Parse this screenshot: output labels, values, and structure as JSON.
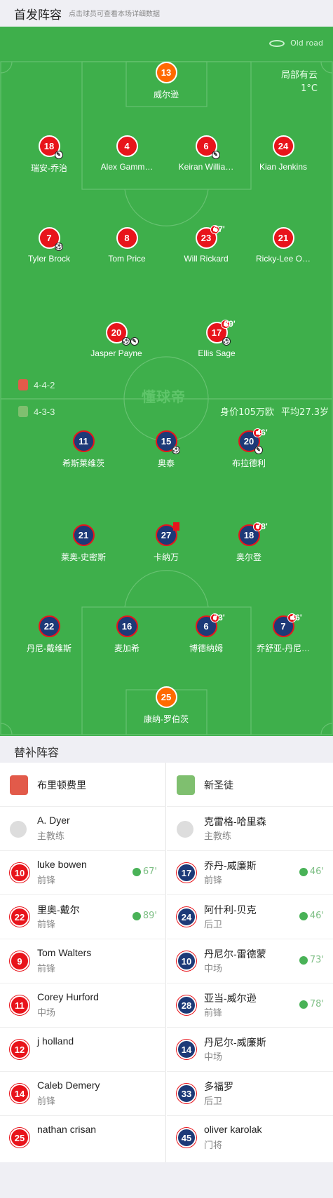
{
  "header": {
    "title": "首发阵容",
    "subtitle": "点击球员可查看本场详细数据"
  },
  "match": {
    "venue": "Old road",
    "weather": "局部有云",
    "temperature": "1°C"
  },
  "home": {
    "formation": "4-4-2",
    "players": [
      {
        "no": "13",
        "name": "威尔逊",
        "gk": true
      },
      {
        "no": "18",
        "name": "瑞安-乔治",
        "assist": true
      },
      {
        "no": "4",
        "name": "Alex Gamm…"
      },
      {
        "no": "6",
        "name": "Keiran Willia…",
        "assist": true
      },
      {
        "no": "24",
        "name": "Kian Jenkins"
      },
      {
        "no": "7",
        "name": "Tyler Brock",
        "goal": 1
      },
      {
        "no": "8",
        "name": "Tom Price"
      },
      {
        "no": "23",
        "name": "Will Rickard",
        "subOut": "67'"
      },
      {
        "no": "21",
        "name": "Ricky-Lee O…"
      },
      {
        "no": "20",
        "name": "Jasper Payne",
        "goal": 1,
        "assist": true
      },
      {
        "no": "17",
        "name": "Ellis Sage",
        "goal": 1,
        "subOut": "89'"
      }
    ]
  },
  "away": {
    "formation": "4-3-3",
    "value": "身价105万欧",
    "age": "平均27.3岁",
    "players": [
      {
        "no": "11",
        "name": "希斯莱维茨"
      },
      {
        "no": "15",
        "name": "奥泰",
        "goal": 1
      },
      {
        "no": "20",
        "name": "布拉德利",
        "subOut": "46'",
        "assist": true
      },
      {
        "no": "21",
        "name": "莱奥-史密斯"
      },
      {
        "no": "27",
        "name": "卡纳万",
        "red": true
      },
      {
        "no": "18",
        "name": "奥尔登",
        "subOut": "78'"
      },
      {
        "no": "22",
        "name": "丹尼-戴维斯"
      },
      {
        "no": "16",
        "name": "麦加希"
      },
      {
        "no": "6",
        "name": "博德纳姆",
        "subOut": "73'"
      },
      {
        "no": "7",
        "name": "乔舒亚-丹尼…",
        "subOut": "46'"
      },
      {
        "no": "25",
        "name": "康纳-罗伯茨",
        "gk": true
      }
    ]
  },
  "logo": "懂球帝",
  "subs": {
    "title": "替补阵容",
    "home": {
      "team": "布里顿费里",
      "coach": "A. Dyer",
      "coach_role": "主教练",
      "players": [
        {
          "no": "10",
          "name": "luke bowen",
          "pos": "前锋",
          "time": "67'"
        },
        {
          "no": "22",
          "name": "里奥-戴尔",
          "pos": "前锋",
          "time": "89'"
        },
        {
          "no": "9",
          "name": "Tom Walters",
          "pos": "前锋",
          "time": ""
        },
        {
          "no": "11",
          "name": "Corey Hurford",
          "pos": "中场",
          "time": ""
        },
        {
          "no": "12",
          "name": "j holland",
          "pos": "",
          "time": ""
        },
        {
          "no": "14",
          "name": "Caleb Demery",
          "pos": "前锋",
          "time": ""
        },
        {
          "no": "25",
          "name": "nathan crisan",
          "pos": "",
          "time": ""
        }
      ]
    },
    "away": {
      "team": "新圣徒",
      "coach": "克雷格-哈里森",
      "coach_role": "主教练",
      "players": [
        {
          "no": "17",
          "name": "乔丹-威廉斯",
          "pos": "前锋",
          "time": "46'"
        },
        {
          "no": "24",
          "name": "阿什利-贝克",
          "pos": "后卫",
          "time": "46'"
        },
        {
          "no": "10",
          "name": "丹尼尔-雷德蒙",
          "pos": "中场",
          "time": "73'"
        },
        {
          "no": "28",
          "name": "亚当-威尔逊",
          "pos": "前锋",
          "time": "78'"
        },
        {
          "no": "14",
          "name": "丹尼尔-威廉斯",
          "pos": "中场",
          "time": ""
        },
        {
          "no": "33",
          "name": "多福罗",
          "pos": "后卫",
          "time": ""
        },
        {
          "no": "45",
          "name": "oliver karolak",
          "pos": "门将",
          "time": ""
        }
      ]
    }
  },
  "colors": {
    "pitch": "#3eaf4b",
    "home": "#e8141b",
    "away": "#1d3a78",
    "keeper": "#ff6a00"
  }
}
